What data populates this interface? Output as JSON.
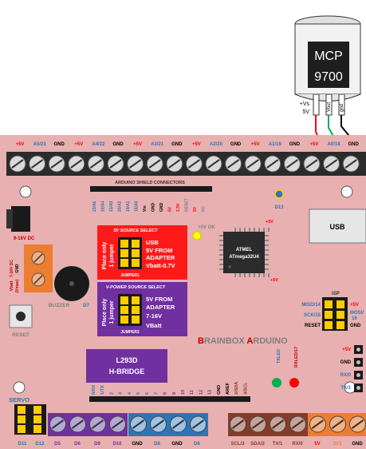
{
  "sensor": {
    "label_line1": "MCP",
    "label_line2": "9700",
    "pins": [
      "+Vs\n5V",
      "Vout",
      "gnd"
    ],
    "pin_vs_line1": "+Vs",
    "pin_vs_line2": "5V",
    "pin_vout": "Vout",
    "pin_gnd": "gnd"
  },
  "top_header": [
    "+5V",
    "A5/23",
    "GND",
    "+5V",
    "A4/22",
    "GND",
    "+5V",
    "A3/21",
    "GND",
    "+5V",
    "A2/20",
    "GND",
    "+5V",
    "A1/19",
    "GND",
    "+5V",
    "A0/18",
    "GND"
  ],
  "shield": {
    "title": "ARDUINO SHIELD CONNECTORS",
    "pins": [
      "23/A5",
      "22/A4",
      "21/A3",
      "20/A2",
      "19/A1",
      "18/A0",
      "Vin",
      "GND",
      "GND",
      "5V",
      "3.3V",
      "RESET",
      "5V",
      "NC"
    ]
  },
  "d13_label": "D13",
  "usb_label": "USB",
  "dc_label": "9-16V DC",
  "vbatt_label_line1": "7-16V DC",
  "vbatt_label_line2": "GND",
  "vbatt_label_line3": "Vbatt",
  "vbatt_label_line4": "(Vmax)",
  "plus5v_ok": "+5V OK",
  "source_select": {
    "title": "5V SOURCE SELECT",
    "side_line1": "Place only",
    "side_line2": "1 jumper",
    "opt1": "USB",
    "opt2": "5V FROM",
    "opt3": "ADAPTER",
    "opt4": "Vbatt-0.7V",
    "jumper": "JUMPER1"
  },
  "vpower_select": {
    "title": "V-POWER SOURCE SELECT",
    "side_line1": "Place only",
    "side_line2": "1 jumper",
    "opt1": "5V FROM",
    "opt2": "ADAPTER",
    "opt3": "7-16V",
    "opt4": "VBatt",
    "jumper": "JUMPER2"
  },
  "chip": {
    "line1": "ATMEL",
    "line2": "ATmega32U4",
    "plus5v": "+5V"
  },
  "buzzer_label": "BUZZER",
  "d7_label": "D7",
  "reset_label": "RESET",
  "isp": {
    "title": "ISP",
    "left": [
      "MISO/14",
      "SCK/15",
      "RESET"
    ],
    "right": [
      "+5V",
      "MOSI/16",
      "GND"
    ]
  },
  "brand_text1": "BRAINBOX",
  "brand_text2": "ARDUINO",
  "l293d_line1": "L293D",
  "l293d_line2": "H-BRIDGE",
  "txled": "TXLED",
  "rxled": "RXLED/17",
  "right_pins": [
    "+5V",
    "GND",
    "RX/0",
    "TX/1"
  ],
  "servo_label": "SERVO",
  "bottom_header_labels": [
    "0/RX",
    "1/TX",
    "2",
    "3",
    "4",
    "5",
    "6",
    "7",
    "8",
    "9",
    "10",
    "11",
    "12",
    "13",
    "GND",
    "AREF",
    "2/SDA",
    "3/SCL"
  ],
  "bottom_terminals": [
    "D11",
    "D12",
    "D5",
    "D6",
    "D9",
    "D10",
    "GND",
    "D8",
    "GND",
    "D6",
    "SCL/3",
    "SDA/2",
    "TX/1",
    "RX/0",
    "5V",
    "3V3",
    "GND"
  ],
  "colors": {
    "board": "#e8b0b0",
    "terminal_black": "#2b2b2b",
    "red": "#ff1a1a",
    "purple": "#7030a0",
    "blue": "#2e75b6",
    "brown": "#843c29",
    "orange": "#ed7d31",
    "yellow": "#ffff00",
    "green": "#00b050"
  }
}
